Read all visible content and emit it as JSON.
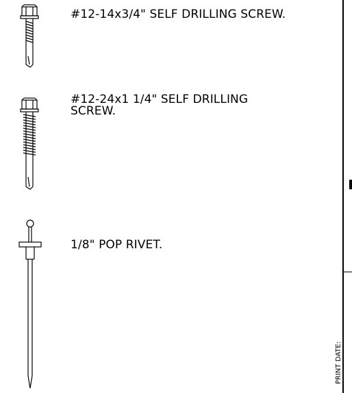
{
  "fasteners": [
    {
      "label": "#12-14x3/4\" SELF DRILLING SCREW.",
      "icon": "short-self-drilling-screw-icon"
    },
    {
      "label": "#12-24x1 1/4\" SELF DRILLING\nSCREW.",
      "icon": "long-self-drilling-screw-icon"
    },
    {
      "label": "1/8\" POP RIVET.",
      "icon": "pop-rivet-icon"
    }
  ],
  "title_block": {
    "print_date_label": "PRINT DATE:"
  }
}
